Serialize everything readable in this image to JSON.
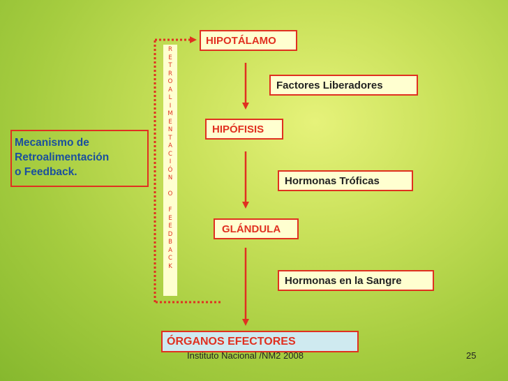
{
  "diagram": {
    "hipotalamo": "HIPOTÁLAMO",
    "factores": "Factores Liberadores",
    "hipofisis": "HIPÓFISIS",
    "hormonas_troficas": "Hormonas Tróficas",
    "glandula": "GLÁNDULA",
    "hormonas_sangre": "Hormonas en la Sangre",
    "organos": "ÓRGANOS EFECTORES",
    "mechanism_lines": [
      "Mecanismo de",
      "Retroalimentación",
      "o Feedback."
    ],
    "vertical_letters": [
      "R",
      "E",
      "T",
      "R",
      "O",
      "A",
      "L",
      "I",
      "M",
      "E",
      "N",
      "T",
      "A",
      "C",
      "I",
      "Ó",
      "N",
      "",
      "O",
      "",
      "F",
      "E",
      "E",
      "D",
      "B",
      "A",
      "C",
      "K"
    ]
  },
  "footer": {
    "institution": "Instituto Nacional /NM2 2008",
    "slide_number": "25"
  },
  "colors": {
    "box_border": "#e03020",
    "box_fill": "#ffffd0",
    "organos_fill": "#cfeaf0",
    "mechanism_text": "#1a4f9e",
    "arrow": "#e03020"
  }
}
